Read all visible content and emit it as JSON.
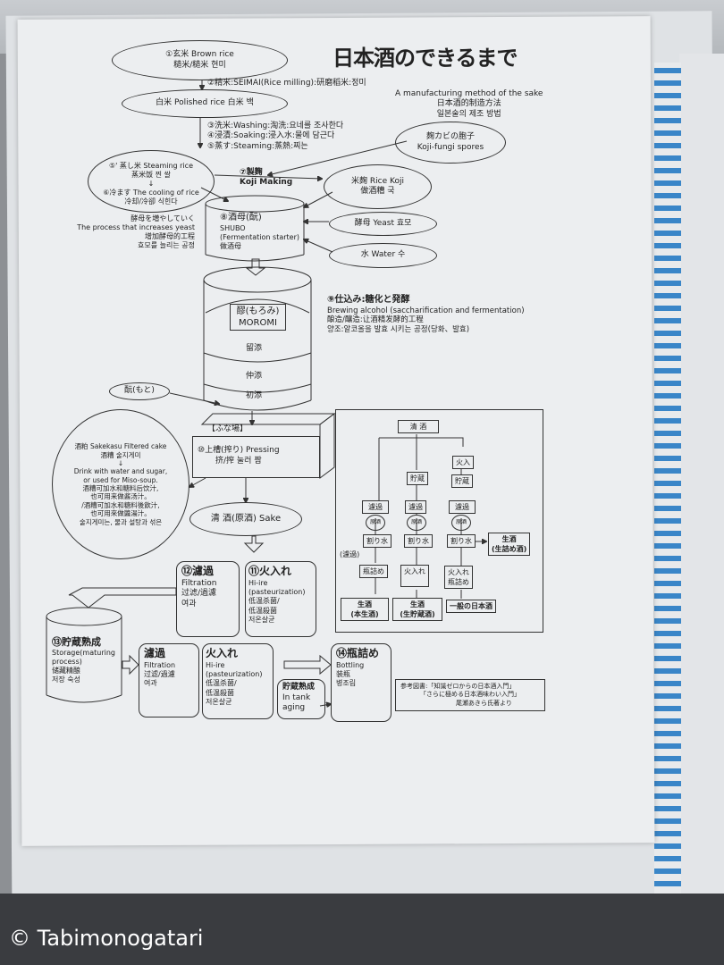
{
  "title": "日本酒のできるまで",
  "subtitle": [
    "A manufacturing method of the sake",
    "日本酒的制造方法",
    "일본술의 제조 방법"
  ],
  "steps": {
    "brown_rice": [
      "①玄米 Brown rice",
      "糙米/糙米 현미"
    ],
    "milling": "②精米:SEIMAI(Rice milling):研磨稻米:정미",
    "polished_rice": "白米 Polished rice 白米 백",
    "washing": "③洗米:Washing:淘洗:요네를 조사한다",
    "soaking": "④浸漬:Soaking:浸入水:물에 담근다",
    "steaming": "⑤蒸す:Steaming:蒸熱:찌는",
    "steamed_rice": [
      "⑤' 蒸し米 Steaming rice",
      "蒸米饭 찐 쌀",
      "↓",
      "⑥冷ます The cooling of rice",
      "冷却/冷卻 식힌다"
    ],
    "koji_spores": [
      "麹カビの胞子",
      "Koji-fungi spores"
    ],
    "koji_making": [
      "⑦製麹",
      "Koji Making"
    ],
    "rice_koji": [
      "米麹 Rice Koji",
      "做酒糟 국"
    ],
    "shubo": [
      "⑧酒母(酛)",
      "SHUBO",
      "(Fermentation starter)",
      "做酒母"
    ],
    "yeast_note": [
      "酵母を増やしていく",
      "The process that increases yeast",
      "增加酵母的工程",
      "효모를 늘리는 공정"
    ],
    "yeast": "酵母 Yeast 효모",
    "water": "水 Water 수",
    "moromi": [
      "醪(もろみ)",
      "MOROMI"
    ],
    "moromi_layers": [
      "留添",
      "仲添",
      "初添"
    ],
    "moto": "酛(もと)",
    "brewing": [
      "⑨仕込み:糖化と発酵",
      "Brewing alcohol (saccharification and fermentation)",
      "酿造/釀造:让酒精发酵的工程",
      "양조:알코올을 발효 시키는 공정(당화、발효)"
    ],
    "sakekasu": [
      "酒粕 Sakekasu Filtered cake",
      "酒糟 술지게미",
      "↓",
      "Drink with water and sugar,",
      "or used for Miso-soup.",
      "酒糟可加水和糖料后饮汁,",
      "也可用来做酱汤汁。",
      "/酒糟可加水和糖料後飲汁,",
      "也可用來做醬湯汁。",
      "술지게미는, 물과 설탕과 섞은"
    ],
    "funaba": "【ふな場】",
    "pressing": [
      "⑩上槽(搾り) Pressing",
      "挤/搾 눌러 짬"
    ],
    "sake": "清 酒(原酒)  Sake",
    "filtration12": [
      "⑫濾過",
      "Filtration",
      "过滤/過濾",
      "여과"
    ],
    "hiire11": [
      "⑪火入れ",
      "Hi-ire",
      "(pasteurization)",
      "低温杀菌/",
      "低温殺菌",
      "저온살균"
    ],
    "storage": [
      "⑬貯蔵熟成",
      "Storage(maturing",
      "process)",
      "储藏精酿",
      "저장 숙성"
    ],
    "filtration": [
      "濾過",
      "Filtration",
      "过滤/過濾",
      "여과"
    ],
    "hiire": [
      "火入れ",
      "Hi-ire",
      "(pasteurization)",
      "低温杀菌/",
      "低温殺菌",
      "저온살균"
    ],
    "tank_aging": [
      "貯蔵熟成",
      "In tank",
      "aging"
    ],
    "bottling": [
      "⑭瓶詰め",
      "Bottling",
      "装瓶",
      "병조림"
    ]
  },
  "chart": {
    "top": "清 酒",
    "fire": "火入",
    "storage": "貯蔵",
    "filter": "濾過",
    "genshu": "原酒",
    "water": "割り水",
    "filter_paren": "(濾過)",
    "bottle": "瓶詰め",
    "fire2": "火入れ",
    "fire_bottle": [
      "火入れ",
      "瓶詰め"
    ],
    "nama1": [
      "生酒",
      "(本生酒)"
    ],
    "nama2": [
      "生酒",
      "(生貯蔵酒)"
    ],
    "nama3": [
      "生酒",
      "(生詰め酒)"
    ],
    "general": "一般の日本酒"
  },
  "reference": [
    "参考図書:「知識ゼロからの日本酒入門」",
    "「さらに極める日本酒味わい入門」",
    "尾瀬あきら氏著より"
  ],
  "watermark": "© Tabimonogatari"
}
